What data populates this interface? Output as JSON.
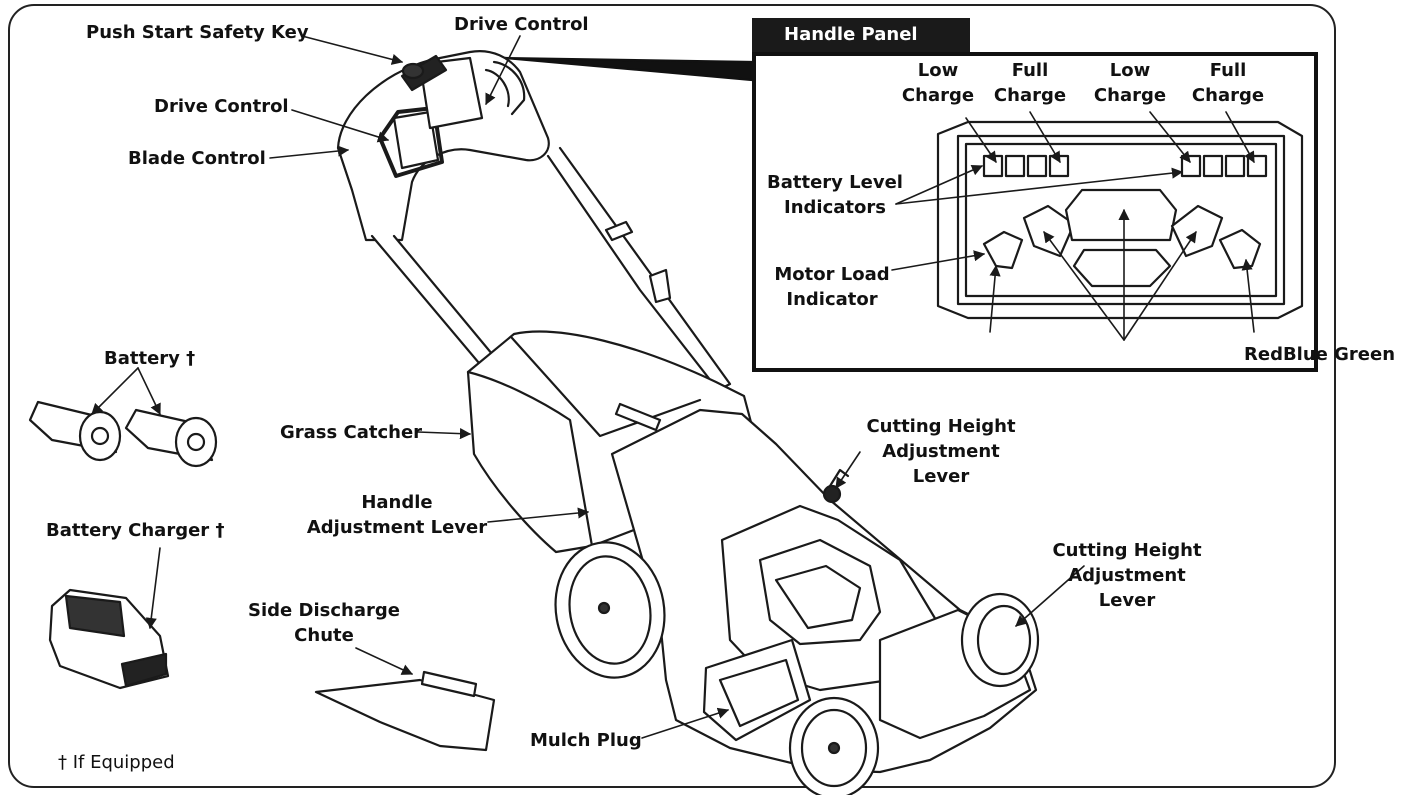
{
  "labels": {
    "push_start_safety_key": "Push Start Safety Key",
    "drive_control_top": "Drive Control",
    "drive_control": "Drive Control",
    "blade_control": "Blade Control",
    "battery": "Battery †",
    "grass_catcher": "Grass Catcher",
    "handle_adjustment_lever": [
      "Handle",
      "Adjustment Lever"
    ],
    "battery_charger": "Battery Charger †",
    "side_discharge_chute": [
      "Side Discharge",
      "Chute"
    ],
    "mulch_plug": "Mulch Plug",
    "cutting_height_lever_1": [
      "Cutting Height",
      "Adjustment",
      "Lever"
    ],
    "cutting_height_lever_2": [
      "Cutting Height",
      "Adjustment",
      "Lever"
    ],
    "footnote": "† If Equipped"
  },
  "handle_panel": {
    "title": "Handle Panel",
    "low_charge_1": [
      "Low",
      "Charge"
    ],
    "full_charge_1": [
      "Full",
      "Charge"
    ],
    "low_charge_2": [
      "Low",
      "Charge"
    ],
    "full_charge_2": [
      "Full",
      "Charge"
    ],
    "battery_level_indicators": [
      "Battery Level",
      "Indicators"
    ],
    "motor_load_indicator": [
      "Motor Load",
      "Indicator"
    ],
    "colors": "RedBlue Green"
  }
}
